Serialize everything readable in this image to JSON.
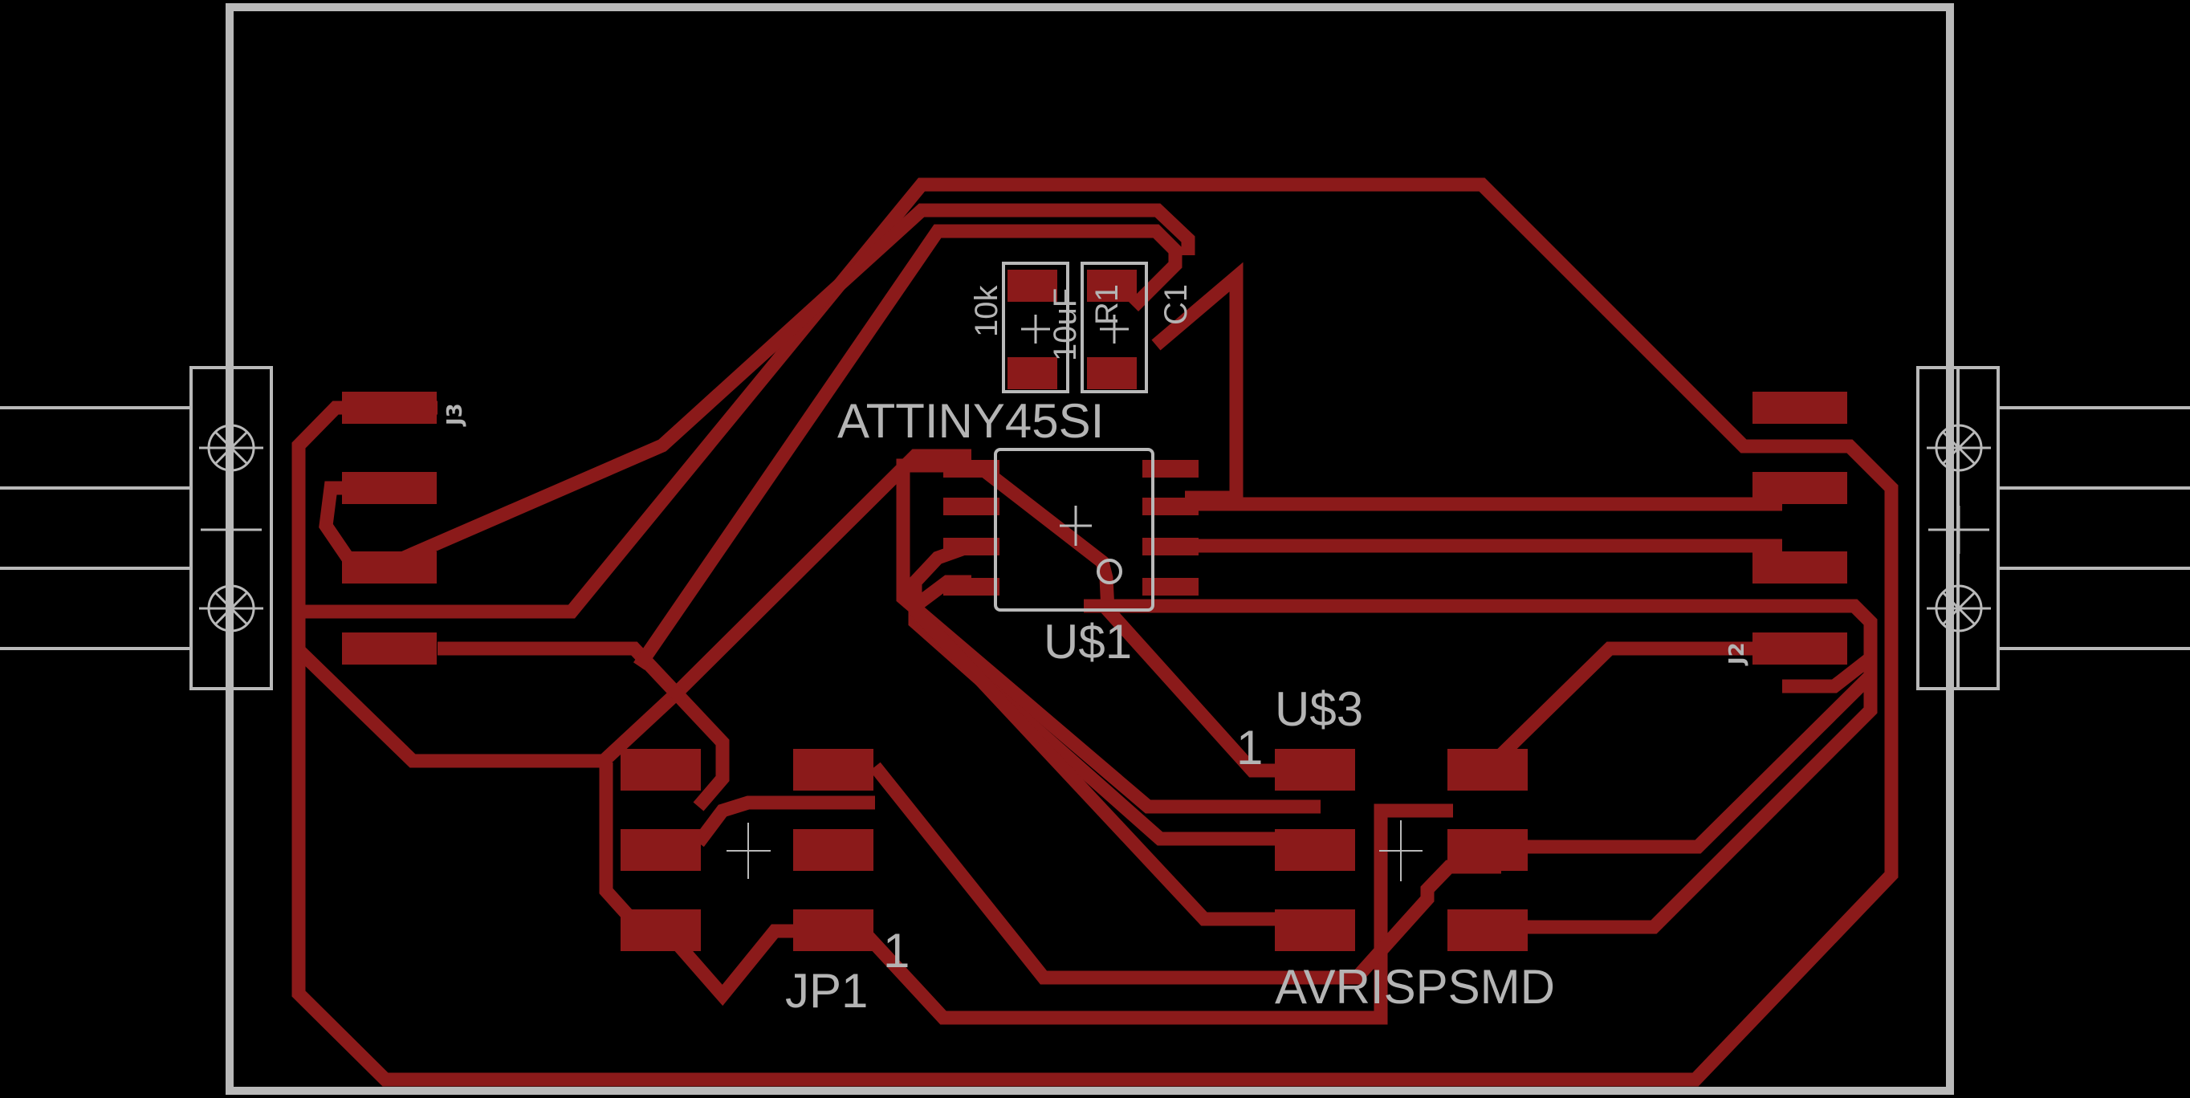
{
  "board": {
    "background_color": "#000000",
    "trace_color": "#8b1a1a",
    "outline_color": "#b9b9b9",
    "label_color": "#b4b4b4"
  },
  "labels": {
    "c1_value": "10uF",
    "r1_value": "10k",
    "c1_name": "C1",
    "r1_name": "R1",
    "u1_value": "ATTINY45SI",
    "u1_name": "U$1",
    "u3_name": "U$3",
    "u3_pin1": "1",
    "u3_value": "AVRISPSMD",
    "jp1_name": "JP1",
    "jp1_pin1": "1",
    "j3_name": "J3",
    "j2_name": "J2"
  }
}
